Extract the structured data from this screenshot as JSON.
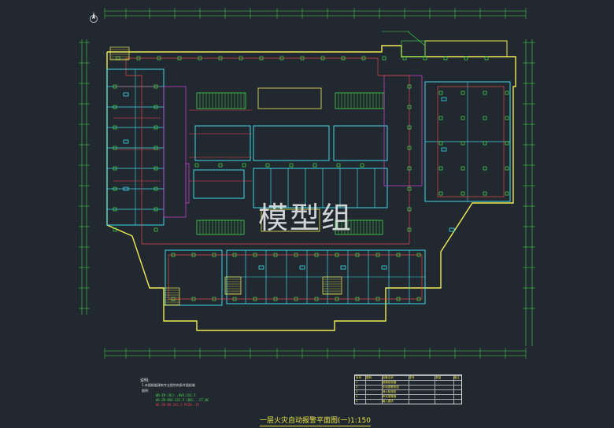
{
  "drawing": {
    "title": "一层火灾自动报警平面图(一)1:150",
    "watermark": "模型组",
    "legend": {
      "heading": "说明:",
      "note": "1.本图根据建筑专业提供的条件图绘制",
      "key_label": "图例:",
      "rows": [
        {
          "text": "WD-ZR-(DC)..RVS-2X1.5",
          "color": "#47d94b"
        },
        {
          "text": "WS-ZR-RVS-2X1.5 (BV)...CT,WC",
          "color": "#47d94b"
        },
        {
          "text": "WL-ZR-BV-3X2.5 PC20 -FC",
          "color": "#e04848"
        }
      ]
    },
    "table": {
      "headers": [
        "序号",
        "图例",
        "设备名称",
        "型号",
        "数量",
        "备注"
      ],
      "rows": [
        [
          "1",
          "",
          "感烟探测器",
          "",
          "",
          ""
        ],
        [
          "2",
          "",
          "手动报警按钮",
          "",
          "",
          ""
        ],
        [
          "3",
          "",
          "消火栓按钮",
          "",
          "",
          ""
        ],
        [
          "4",
          "",
          "声光报警器",
          "",
          "",
          ""
        ],
        [
          "5",
          "",
          "输入模块",
          "",
          "",
          ""
        ]
      ]
    },
    "colors": {
      "background": "#212830",
      "wall": "#f0ea55",
      "room": "#3fd8e8",
      "wiring": "#e04848",
      "device": "#47d94b",
      "axis": "#47d94b",
      "text": "#e8e24a",
      "partition": "#c040c8"
    },
    "icons": [
      "north-arrow-icon",
      "smoke-detector-icon",
      "alarm-button-icon",
      "stair-icon"
    ]
  }
}
